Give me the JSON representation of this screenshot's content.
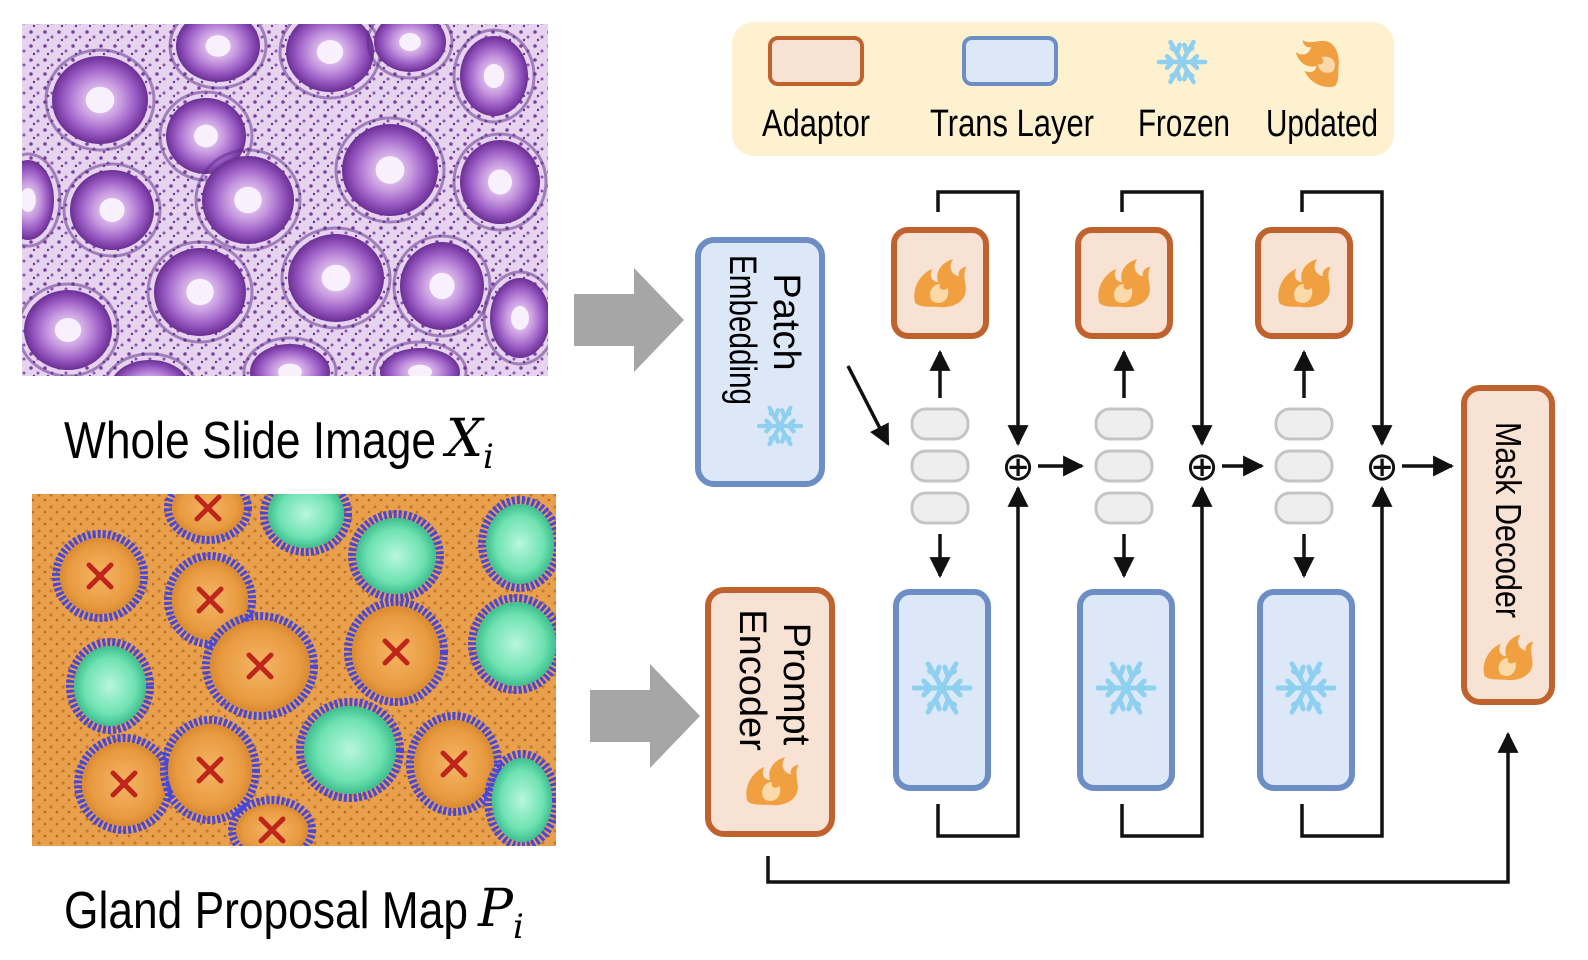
{
  "images": {
    "wsi": {
      "caption": "Whole Slide Image",
      "var_letter": "X",
      "var_sub": "i"
    },
    "gpm": {
      "caption": "Gland Proposal Map",
      "var_letter": "P",
      "var_sub": "i"
    }
  },
  "legend": {
    "items": [
      {
        "label": "Adaptor",
        "icon": "adaptor-swatch-icon"
      },
      {
        "label": "Trans Layer",
        "icon": "trans-layer-swatch-icon"
      },
      {
        "label": "Frozen",
        "icon": "snowflake-icon"
      },
      {
        "label": "Updated",
        "icon": "flame-icon"
      }
    ]
  },
  "blocks": {
    "patch_embedding": {
      "line1": "Patch",
      "line2": "Embedding",
      "status_icon": "snowflake-icon"
    },
    "prompt_encoder": {
      "line1": "Prompt",
      "line2": "Encoder",
      "status_icon": "flame-icon"
    },
    "mask_decoder": {
      "label": "Mask Decoder",
      "status_icon": "flame-icon"
    }
  },
  "stages": [
    {
      "adaptor_icon": "flame-icon",
      "layer_icon": "snowflake-icon",
      "merge_symbol": "⊕"
    },
    {
      "adaptor_icon": "flame-icon",
      "layer_icon": "snowflake-icon",
      "merge_symbol": "⊕"
    },
    {
      "adaptor_icon": "flame-icon",
      "layer_icon": "snowflake-icon",
      "merge_symbol": "⊕"
    }
  ],
  "colors": {
    "adaptor_fill": "#f8e2d3",
    "adaptor_stroke": "#c0622d",
    "trans_fill": "#dce8f8",
    "trans_stroke": "#6d8ec4",
    "frozen": "#8fd0f0",
    "updated": "#f0a040",
    "legend_bg": "#fdf1cf",
    "gray_arrow": "#a6a6a6",
    "histology_bg": "#e9d9ef",
    "gland_purple": "#7e45a8",
    "proposal_bg": "#eaa24e",
    "proposal_green": "#6fe2b2",
    "proposal_blue": "#4848d8",
    "marker_red": "#c0251b"
  }
}
